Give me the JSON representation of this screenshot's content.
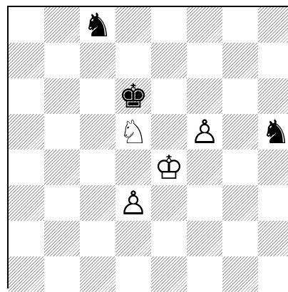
{
  "board": {
    "orientation": "white-at-bottom",
    "colors": {
      "light": "#ffffff",
      "dark_hatch": "#9a9a9a",
      "border": "#000000"
    },
    "pieces": [
      {
        "square": "c8",
        "color": "black",
        "type": "knight",
        "glyph": "♞",
        "icon": "black-knight-icon"
      },
      {
        "square": "d6",
        "color": "black",
        "type": "king",
        "glyph": "♚",
        "icon": "black-king-icon"
      },
      {
        "square": "d5",
        "color": "white",
        "type": "knight",
        "glyph": "♘",
        "icon": "white-knight-icon"
      },
      {
        "square": "f5",
        "color": "white",
        "type": "pawn",
        "glyph": "♙",
        "icon": "white-pawn-icon"
      },
      {
        "square": "h5",
        "color": "black",
        "type": "knight",
        "glyph": "♞",
        "icon": "black-knight-icon"
      },
      {
        "square": "e4",
        "color": "white",
        "type": "king",
        "glyph": "♔",
        "icon": "white-king-icon"
      },
      {
        "square": "d3",
        "color": "white",
        "type": "pawn",
        "glyph": "♙",
        "icon": "white-pawn-icon"
      }
    ]
  }
}
